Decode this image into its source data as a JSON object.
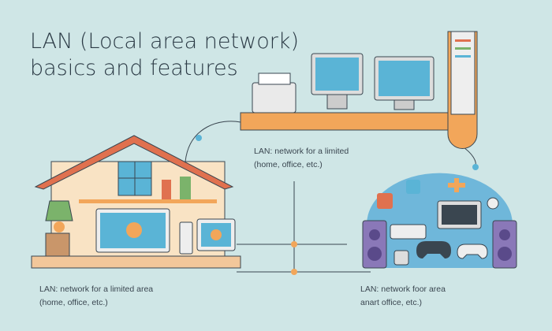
{
  "title": {
    "line1": "LAN (Local area network)",
    "line2": "basics and features"
  },
  "captions": {
    "center": {
      "line1": "LAN: network for a limited",
      "line2": "(home, office,  etc.)"
    },
    "left": {
      "line1": "LAN: network for a limited area",
      "line2": "(home, office,  etc.)"
    },
    "right": {
      "line1": "LAN: network foor area",
      "line2": "anart office, etc.)"
    }
  },
  "colors": {
    "background": "#cfe6e6",
    "orange": "#f2a65a",
    "roof": "#e0714f",
    "screen": "#5ab4d6",
    "purple": "#8a78b8",
    "dome": "#6fb7da"
  }
}
